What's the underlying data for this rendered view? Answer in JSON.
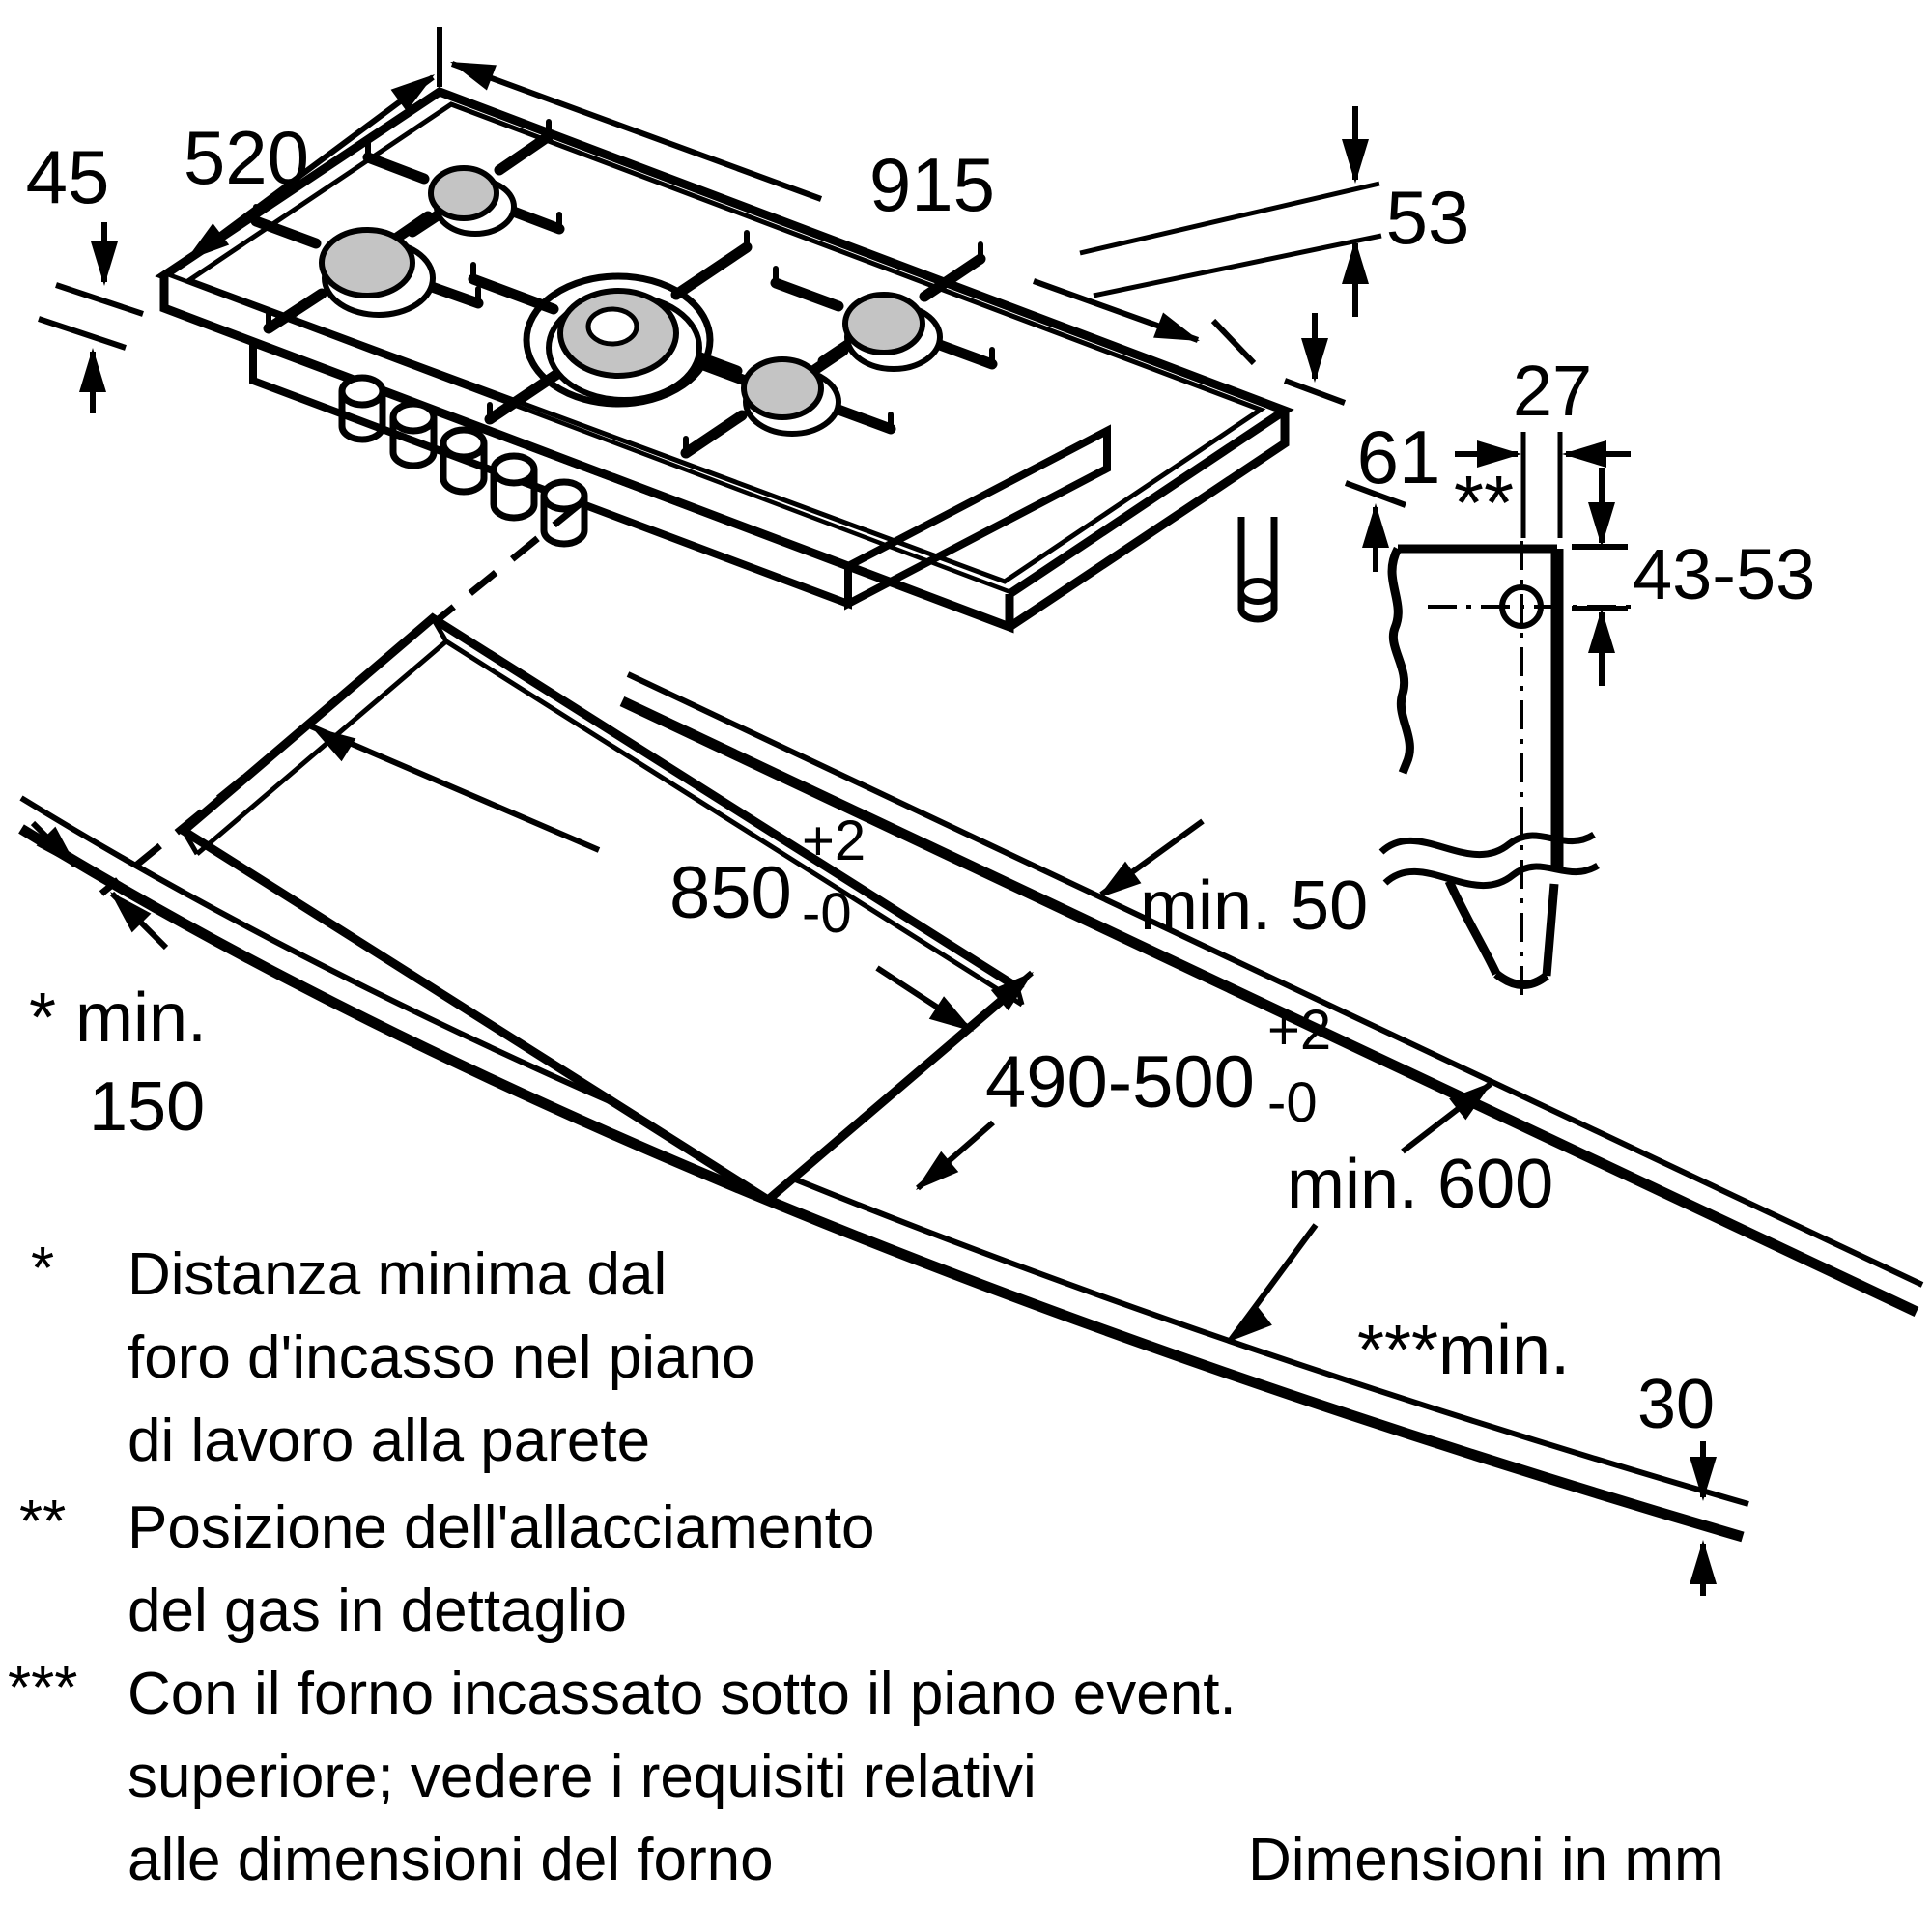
{
  "diagram": {
    "title_implicit": "Gas hob installation drawing",
    "colors": {
      "line": "#000000",
      "burner_cap": "#c4c4c4",
      "background": "#ffffff"
    },
    "dims": {
      "hob_width": "915",
      "hob_depth": "520",
      "hob_height": "45",
      "support_height": "53",
      "body_depth_below": "61",
      "gas_side_offset": "27",
      "gas_marker": "**",
      "gas_drop_range": "43-53",
      "cutout_width": "850",
      "cutout_width_tol_sup": "+2",
      "cutout_width_tol_sub": "-0",
      "cutout_depth": "490-500",
      "cutout_depth_tol_sup": "+2",
      "cutout_depth_tol_sub": "-0",
      "back_clearance": "min. 50",
      "counter_depth": "min. 600",
      "side_clearance_label": "* min.",
      "side_clearance_value": "150",
      "counter_thickness_label": "***min.",
      "counter_thickness_value": "30"
    },
    "footnotes": [
      {
        "marker": "*",
        "lines": [
          "Distanza minima dal",
          "foro d'incasso nel piano",
          "di lavoro alla parete"
        ]
      },
      {
        "marker": "**",
        "lines": [
          "Posizione dell'allacciamento",
          "del gas in dettaglio"
        ]
      },
      {
        "marker": "***",
        "lines": [
          "Con il forno incassato sotto il piano event.",
          "superiore; vedere i requisiti relativi",
          "alle dimensioni del forno"
        ]
      }
    ],
    "units_note": "Dimensioni in mm"
  }
}
